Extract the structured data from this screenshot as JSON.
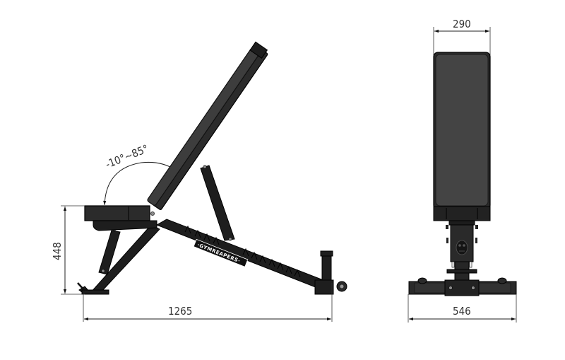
{
  "drawing": {
    "subject": "Adjustable weight bench",
    "side_view": {
      "angle_label": "-10°~85°",
      "seat_height_label": "448",
      "length_label": "1265",
      "brand_label": "·GYMREAPERS·"
    },
    "front_view": {
      "pad_width_label": "290",
      "base_width_label": "546"
    },
    "colors": {
      "frame": "#1e1e1e",
      "pad": "#3d3d3d",
      "dimension_lines": "#222222",
      "background": "#ffffff"
    }
  }
}
